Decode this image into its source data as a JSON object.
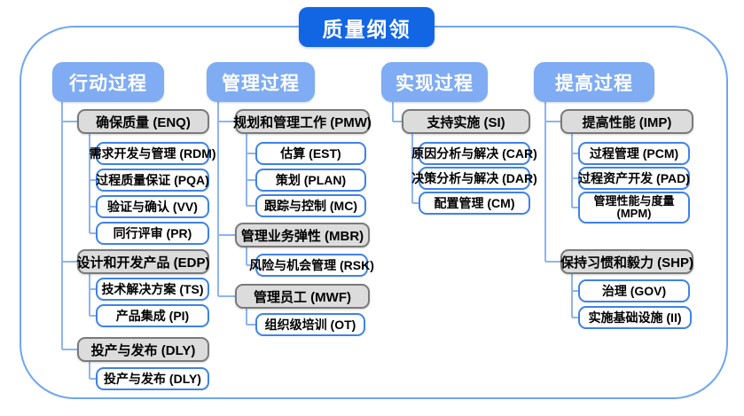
{
  "title": "质量纲领",
  "colors": {
    "title_bg": "#1266e4",
    "header_bg": "#7facf2",
    "frame_border": "#6fa6f2",
    "connector": "#8fb4f0",
    "group_bg": "#dcdcdc",
    "group_border": "#7a7a7a",
    "item_border": "#3e82e8"
  },
  "columns": [
    {
      "header": "行动过程",
      "groups": [
        {
          "label": "确保质量 (ENQ)",
          "children": [
            "需求开发与管理 (RDM)",
            "过程质量保证 (PQA)",
            "验证与确认 (VV)",
            "同行评审 (PR)"
          ]
        },
        {
          "label": "设计和开发产品 (EDP)",
          "children": [
            "技术解决方案 (TS)",
            "产品集成 (PI)"
          ]
        },
        {
          "label": "投产与发布 (DLY)",
          "children": [
            "投产与发布 (DLY)"
          ]
        }
      ]
    },
    {
      "header": "管理过程",
      "groups": [
        {
          "label": "规划和管理工作 (PMW)",
          "children": [
            "估算 (EST)",
            "策划 (PLAN)",
            "跟踪与控制 (MC)"
          ]
        },
        {
          "label": "管理业务弹性 (MBR)",
          "children": [
            "风险与机会管理 (RSK)"
          ]
        },
        {
          "label": "管理员工 (MWF)",
          "children": [
            "组织级培训 (OT)"
          ]
        }
      ]
    },
    {
      "header": "实现过程",
      "groups": [
        {
          "label": "支持实施 (SI)",
          "children": [
            "原因分析与解决 (CAR)",
            "决策分析与解决 (DAR)",
            "配置管理 (CM)"
          ]
        }
      ]
    },
    {
      "header": "提高过程",
      "groups": [
        {
          "label": "提高性能 (IMP)",
          "children": [
            "过程管理 (PCM)",
            "过程资产开发 (PAD)",
            "管理性能与度量 (MPM)"
          ]
        },
        {
          "label": "保持习惯和毅力 (SHP)",
          "children": [
            "治理 (GOV)",
            "实施基础设施 (II)"
          ]
        }
      ]
    }
  ]
}
